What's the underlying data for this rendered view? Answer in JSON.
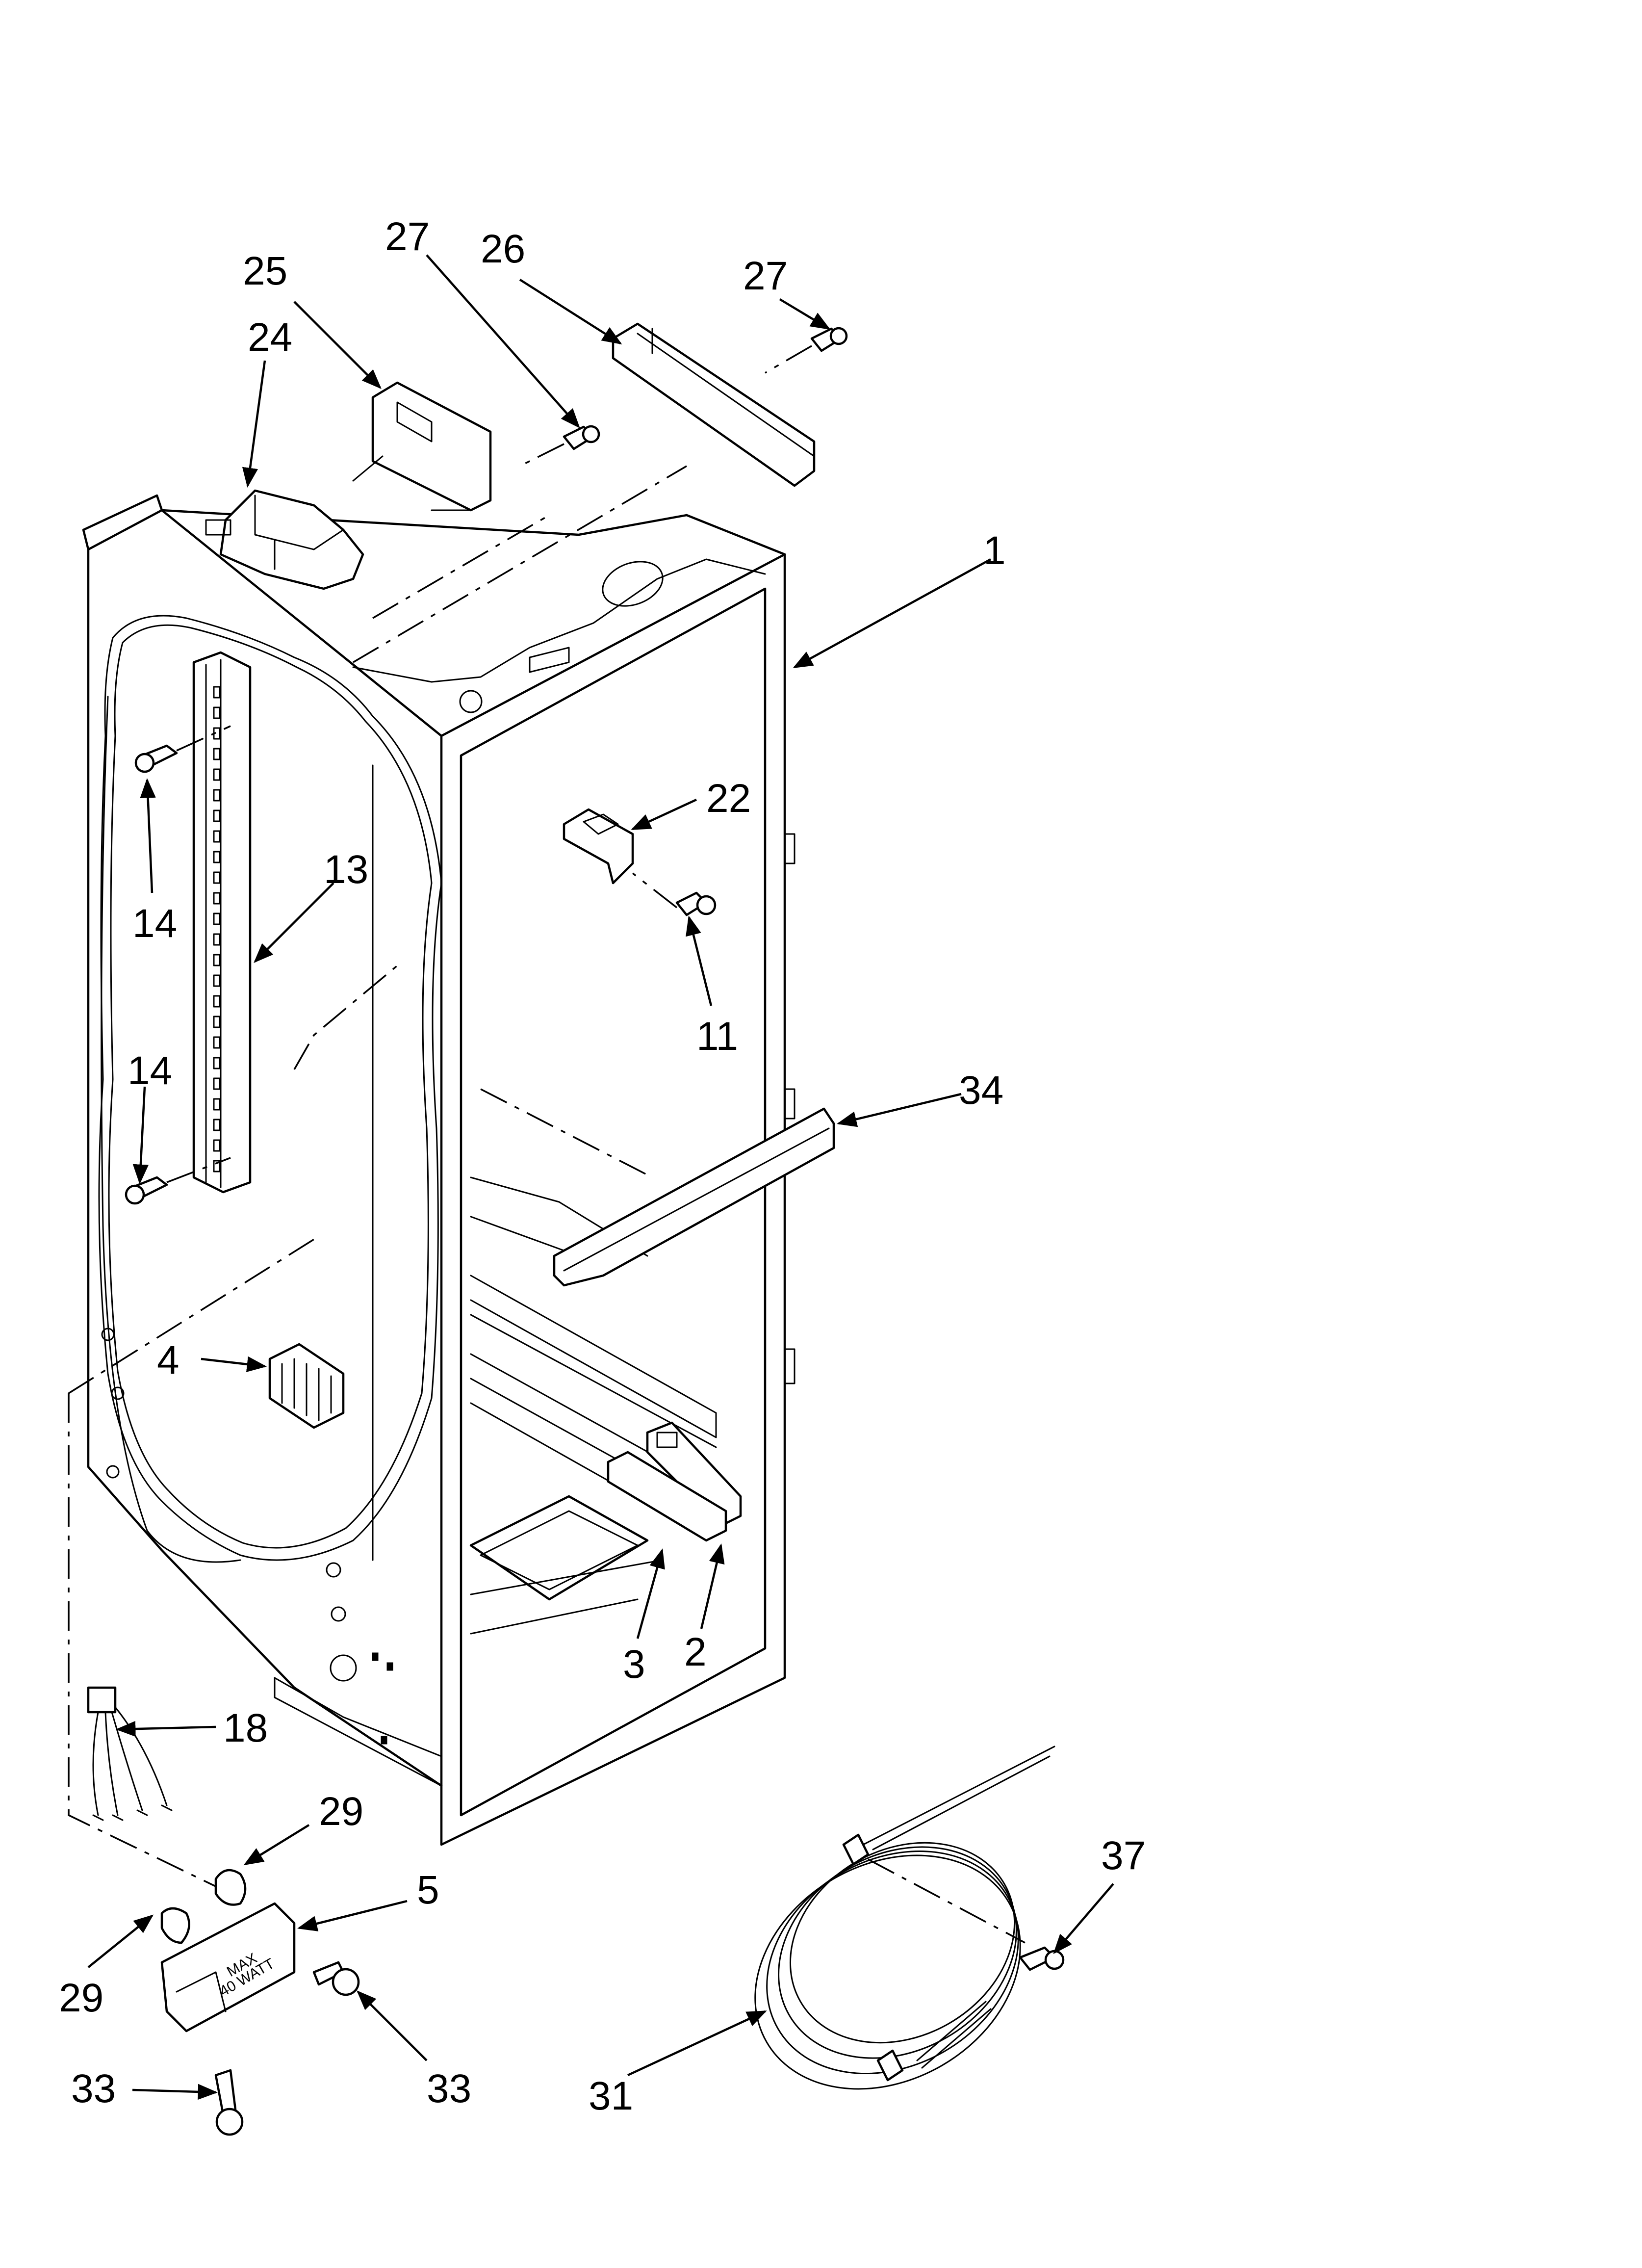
{
  "callouts": {
    "c1": "1",
    "c2": "2",
    "c3": "3",
    "c4": "4",
    "c5": "5",
    "c11": "11",
    "c13": "13",
    "c14a": "14",
    "c14b": "14",
    "c18": "18",
    "c22": "22",
    "c24": "24",
    "c25": "25",
    "c26": "26",
    "c27a": "27",
    "c27b": "27",
    "c29a": "29",
    "c29b": "29",
    "c31": "31",
    "c33a": "33",
    "c33b": "33",
    "c34": "34",
    "c37": "37"
  },
  "part_markings": {
    "light_socket_line1": "MAX",
    "light_socket_line2": "40 WATT"
  }
}
